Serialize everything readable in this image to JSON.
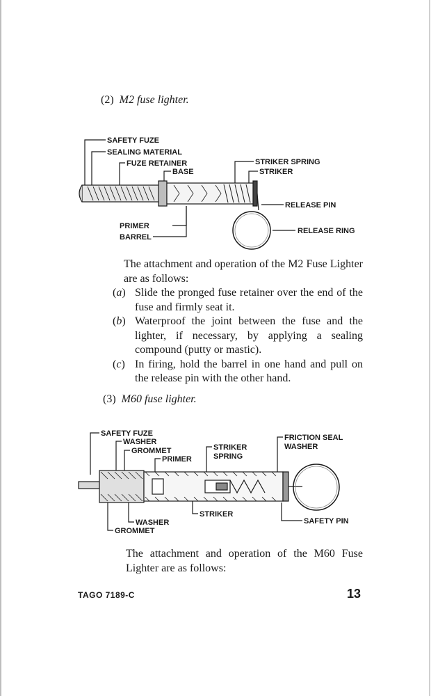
{
  "sections": [
    {
      "number": "(2)",
      "title": "M2 fuse lighter."
    },
    {
      "number": "(3)",
      "title": "M60 fuse lighter."
    }
  ],
  "m2_diagram": {
    "labels": {
      "safety_fuze": "SAFETY FUZE",
      "sealing_material": "SEALING MATERIAL",
      "fuze_retainer": "FUZE RETAINER",
      "base": "BASE",
      "striker_spring": "STRIKER SPRING",
      "striker": "STRIKER",
      "release_pin": "RELEASE PIN",
      "primer": "PRIMER",
      "barrel": "BARREL",
      "release_ring": "RELEASE RING"
    }
  },
  "m2_text": {
    "intro": "The attachment and operation of the M2 Fuse Lighter are as follows:",
    "items": [
      {
        "marker": "a",
        "text": "Slide the pronged fuse retainer over the end of the fuse and firmly seat it."
      },
      {
        "marker": "b",
        "text": "Waterproof the joint between the fuse and the lighter, if necessary, by applying a sealing compound (putty or mastic)."
      },
      {
        "marker": "c",
        "text": "In firing, hold the barrel in one hand and pull on the release pin with the other hand."
      }
    ]
  },
  "m60_diagram": {
    "labels": {
      "safety_fuze": "SAFETY FUZE",
      "washer_top": "WASHER",
      "grommet_top": "GROMMET",
      "primer": "PRIMER",
      "striker_spring_1": "STRIKER",
      "striker_spring_2": "SPRING",
      "friction_seal_1": "FRICTION SEAL",
      "friction_seal_2": "WASHER",
      "striker": "STRIKER",
      "washer_bottom": "WASHER",
      "grommet_bottom": "GROMMET",
      "safety_pin": "SAFETY PIN"
    }
  },
  "m60_text": {
    "intro": "The attachment and operation of the M60 Fuse Lighter are as follows:"
  },
  "footer": {
    "code": "TAGO 7189-C",
    "page": "13"
  }
}
